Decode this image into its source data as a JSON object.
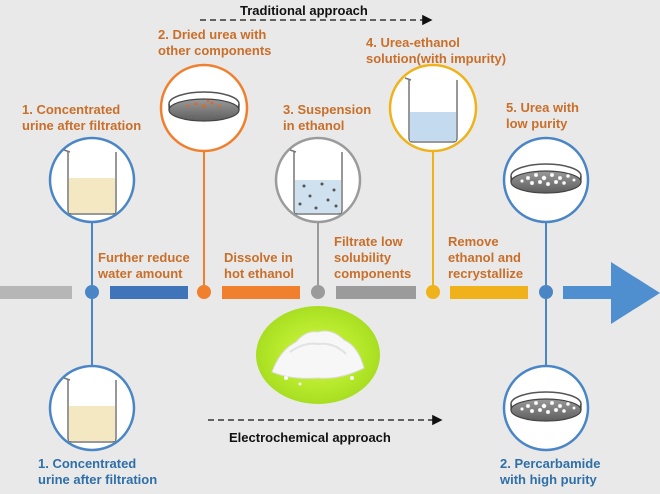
{
  "colors": {
    "blue": "#4a86c5",
    "orange": "#f07f2e",
    "gray": "#9b9b9b",
    "gold": "#f0b21a",
    "text_orange": "#c96f2a",
    "text_blue": "#2f6fa8"
  },
  "traditional": {
    "title": "Traditional approach",
    "steps": [
      {
        "label": "1. Concentrated\nurine after filtration",
        "icon": "beaker-yellow-liquid-icon"
      },
      {
        "label": "2. Dried urea with\nother components",
        "icon": "petri-dish-orange-residue-icon"
      },
      {
        "label": "3. Suspension\nin ethanol",
        "icon": "beaker-suspension-icon"
      },
      {
        "label": "4. Urea-ethanol\nsolution(with impurity)",
        "icon": "beaker-blue-solution-icon"
      },
      {
        "label": "5. Urea with\nlow purity",
        "icon": "petri-dish-white-crystals-icon"
      }
    ],
    "operations": [
      "Further reduce\nwater amount",
      "Dissolve in\nhot ethanol",
      "Filtrate low\nsolubility\ncomponents",
      "Remove\nethanol and\nrecrystallize"
    ]
  },
  "electrochemical": {
    "title": "Electrochemical approach",
    "steps": [
      {
        "label": "1. Concentrated\nurine after filtration",
        "icon": "beaker-yellow-liquid-icon"
      },
      {
        "label": "2. Percarbamide\nwith high purity",
        "icon": "petri-dish-white-crystals-icon"
      }
    ]
  },
  "center_image": {
    "icon": "white-powder-on-green-icon"
  }
}
